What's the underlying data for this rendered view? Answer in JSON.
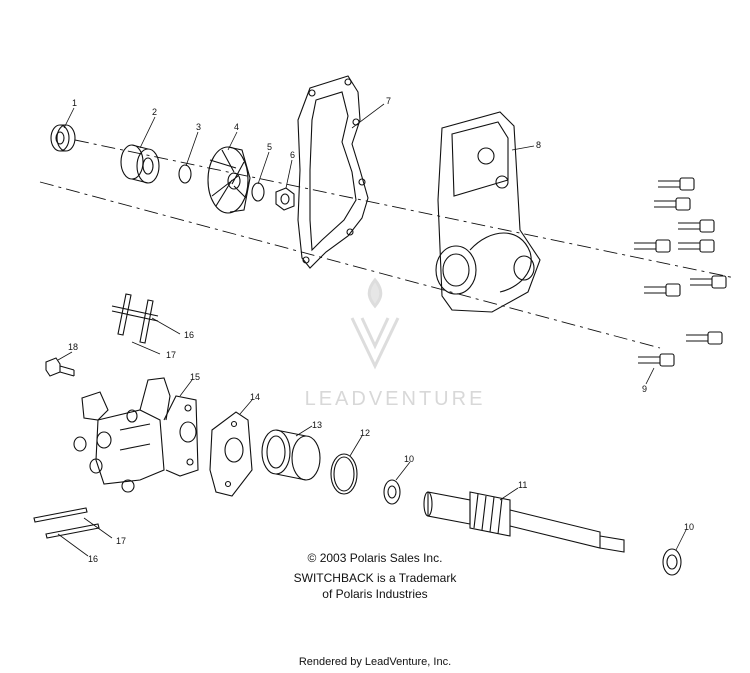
{
  "watermark": {
    "text": "LEADVENTURE"
  },
  "captions": {
    "copyright": "© 2003 Polaris Sales Inc.",
    "trademark_line1": "SWITCHBACK is a Trademark",
    "trademark_line2": "of Polaris Industries"
  },
  "footer": {
    "rendered_by": "Rendered by LeadVenture, Inc."
  },
  "callouts": {
    "c1": "1",
    "c2": "2",
    "c3": "3",
    "c4": "4",
    "c5": "5",
    "c6": "6",
    "c7": "7",
    "c8": "8",
    "c9": "9",
    "c10a": "10",
    "c10b": "10",
    "c11": "11",
    "c12": "12",
    "c13": "13",
    "c14": "14",
    "c15": "15",
    "c16a": "16",
    "c16b": "16",
    "c17a": "17",
    "c17b": "17",
    "c18": "18"
  },
  "colors": {
    "line": "#111111",
    "watermark": "#d8d8d8"
  }
}
